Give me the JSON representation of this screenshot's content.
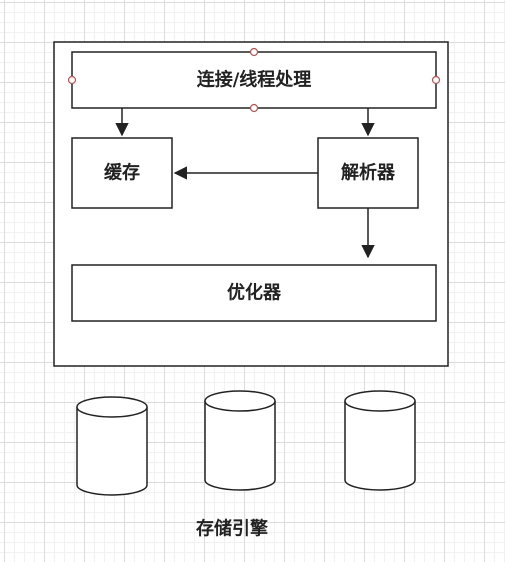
{
  "diagram": {
    "connection_label": "连接/线程处理",
    "cache_label": "缓存",
    "parser_label": "解析器",
    "optimizer_label": "优化器",
    "storage_label": "存储引擎",
    "colors": {
      "stroke": "#222222",
      "fill": "#ffffff",
      "selection_handle": "#c0504d"
    }
  }
}
